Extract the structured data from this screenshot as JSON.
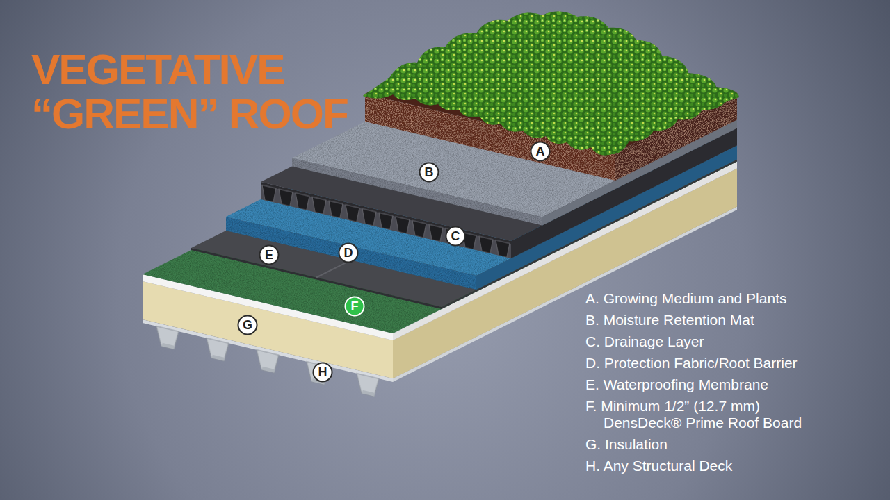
{
  "diagram": {
    "title": "VEGETATIVE “GREEN” ROOF",
    "nodes": [
      {
        "text": [
          "A"
        ]
      },
      {
        "text": [
          "B"
        ]
      },
      {
        "text": [
          "C"
        ]
      },
      {
        "text": [
          "D"
        ]
      },
      {
        "text": [
          "E"
        ]
      },
      {
        "text": [
          "F"
        ]
      },
      {
        "text": [
          "G"
        ]
      },
      {
        "text": [
          "H"
        ]
      }
    ],
    "labels": [
      "A. Growing Medium and Plants",
      "B. Moisture Retention Mat",
      "C. Drainage Layer",
      "D. Protection Fabric/Root Barrier",
      "E. Waterproofing Membrane",
      "F. Minimum 1/2” (12.7 mm) DensDeck® Prime Roof Board",
      "G. Insulation",
      "H. Any Structural Deck"
    ]
  }
}
